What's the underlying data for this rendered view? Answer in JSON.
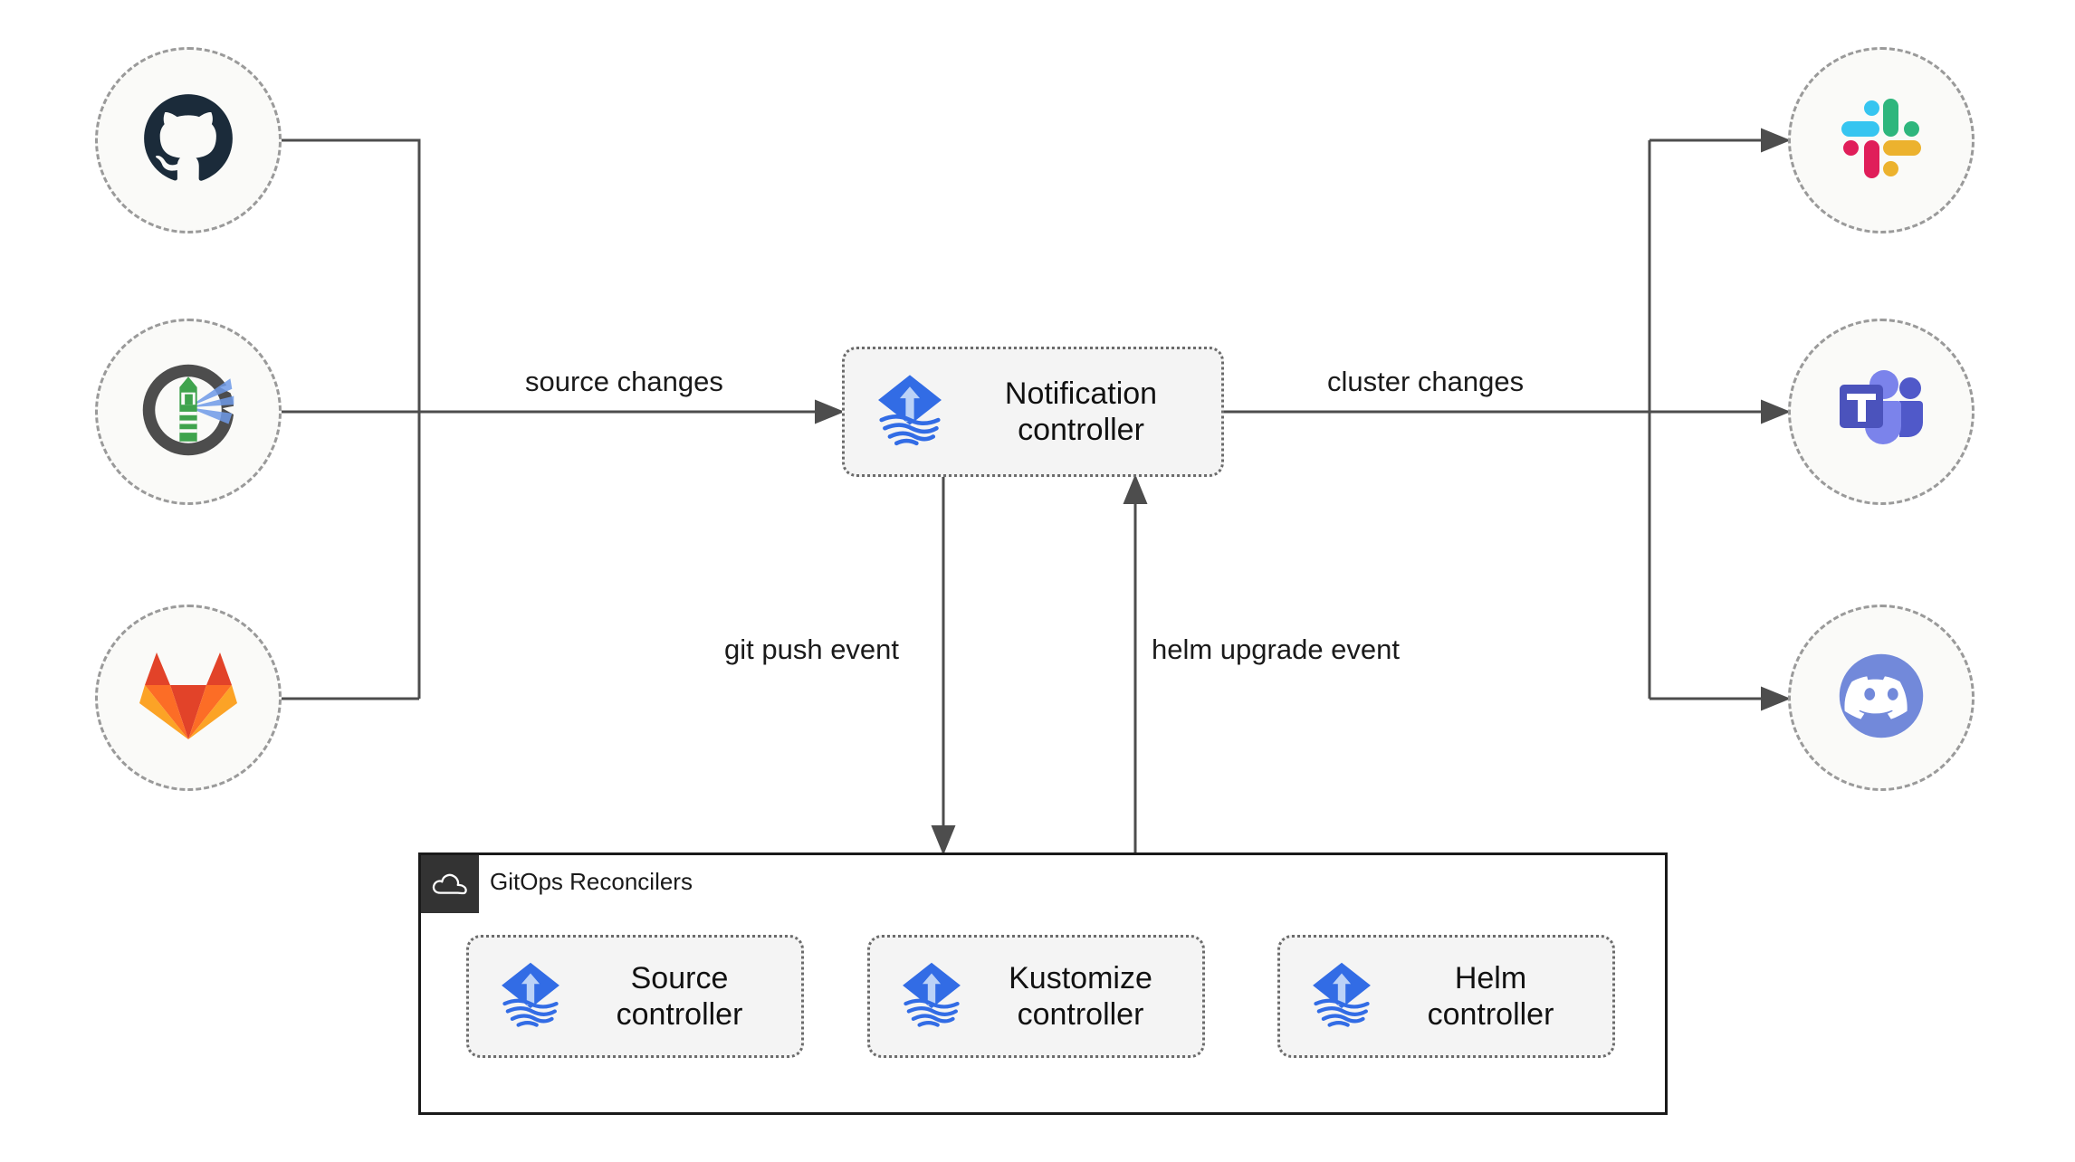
{
  "diagram": {
    "title": "Flux GitOps notification architecture",
    "sources": [
      {
        "id": "github",
        "name": "GitHub",
        "icon": "github-icon"
      },
      {
        "id": "flux",
        "name": "Flux",
        "icon": "flux-lighthouse-icon"
      },
      {
        "id": "gitlab",
        "name": "GitLab",
        "icon": "gitlab-icon"
      }
    ],
    "destinations": [
      {
        "id": "slack",
        "name": "Slack",
        "icon": "slack-icon"
      },
      {
        "id": "teams",
        "name": "Microsoft Teams",
        "icon": "microsoft-teams-icon"
      },
      {
        "id": "discord",
        "name": "Discord",
        "icon": "discord-icon"
      }
    ],
    "notification_controller": {
      "label": "Notification\ncontroller",
      "icon": "flux-logo-icon"
    },
    "container": {
      "title": "GitOps Reconcilers",
      "badge_icon": "cloud-icon",
      "nodes": [
        {
          "id": "source",
          "label": "Source\ncontroller",
          "icon": "flux-logo-icon"
        },
        {
          "id": "kustomize",
          "label": "Kustomize\ncontroller",
          "icon": "flux-logo-icon"
        },
        {
          "id": "helm",
          "label": "Helm\ncontroller",
          "icon": "flux-logo-icon"
        }
      ]
    },
    "edges": [
      {
        "id": "source-changes",
        "label": "source changes"
      },
      {
        "id": "cluster-changes",
        "label": "cluster changes"
      },
      {
        "id": "git-push-event",
        "label": "git push event"
      },
      {
        "id": "helm-upgrade-event",
        "label": "helm upgrade event"
      }
    ],
    "colors": {
      "edge": "#4d4d4d",
      "node_fill": "#fafaf8",
      "node_stroke": "#9a9a9a",
      "box_fill": "#f4f4f4",
      "box_stroke": "#6b6b6b",
      "container_stroke": "#1a1a1a",
      "container_badge": "#333333",
      "github": "#1B2B3A",
      "flux_blue": "#326CE5",
      "flux_green": "#3FA34D",
      "gitlab_red": "#E24329",
      "gitlab_orange": "#FC6D26",
      "gitlab_amber": "#FCA326",
      "slack_blue": "#36C5F0",
      "slack_green": "#2EB67D",
      "slack_red": "#E01E5A",
      "slack_yellow": "#ECB22E",
      "teams_purple": "#5059C9",
      "teams_light": "#7B83EB",
      "discord_blurple": "#7289DA"
    }
  }
}
